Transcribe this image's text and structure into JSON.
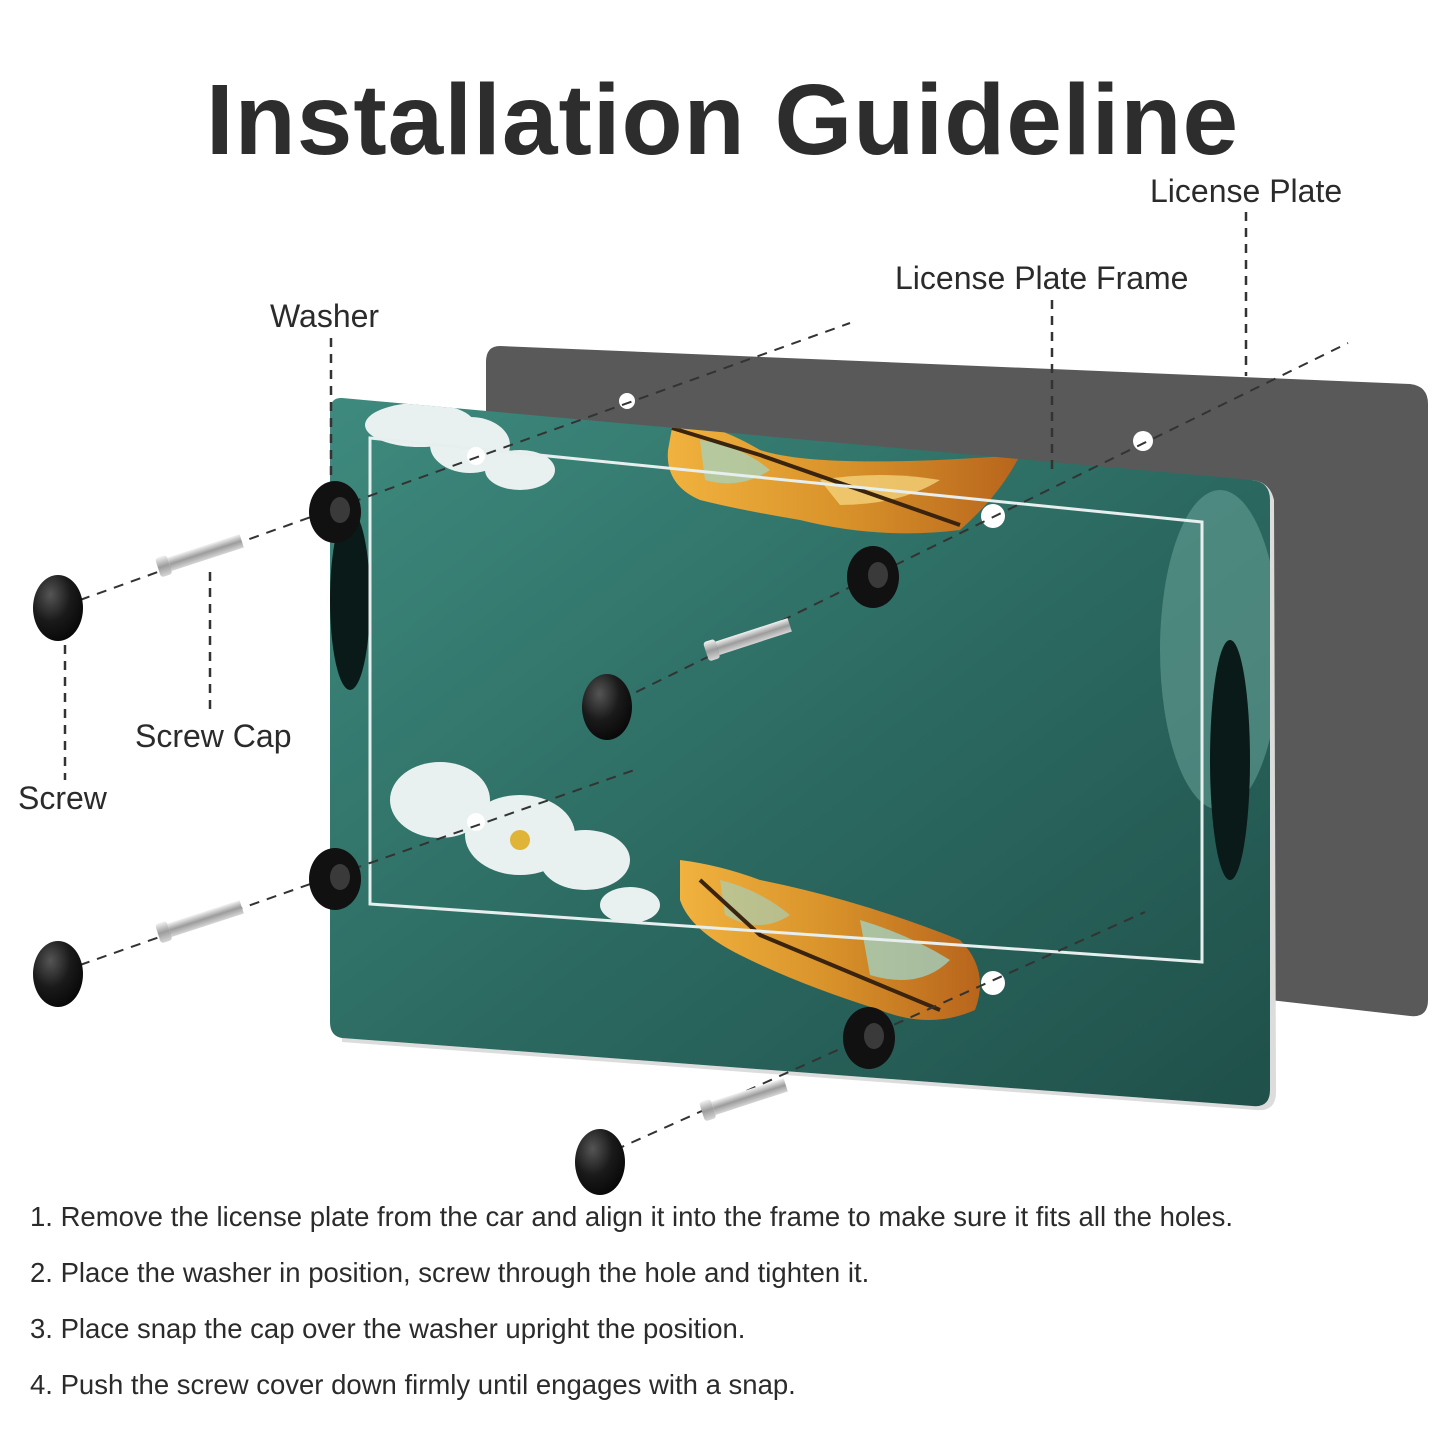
{
  "title": "Installation Guideline",
  "labels": {
    "license_plate": "License Plate",
    "license_plate_frame": "License Plate Frame",
    "washer": "Washer",
    "screw_cap": "Screw Cap",
    "screw": "Screw"
  },
  "steps": [
    "1. Remove the license plate from the car and align it into the frame to make sure it fits all the holes.",
    "2. Place the washer in position, screw through the hole and tighten it.",
    "3. Place snap the cap over the washer upright the position.",
    "4. Push the screw cover down firmly until engages with a snap."
  ],
  "colors": {
    "plate": "#595959",
    "frame_teal": "#2f6f66",
    "butterfly_orange": "#d8922a",
    "hardware_black": "#151515",
    "leader_line": "#333333"
  }
}
